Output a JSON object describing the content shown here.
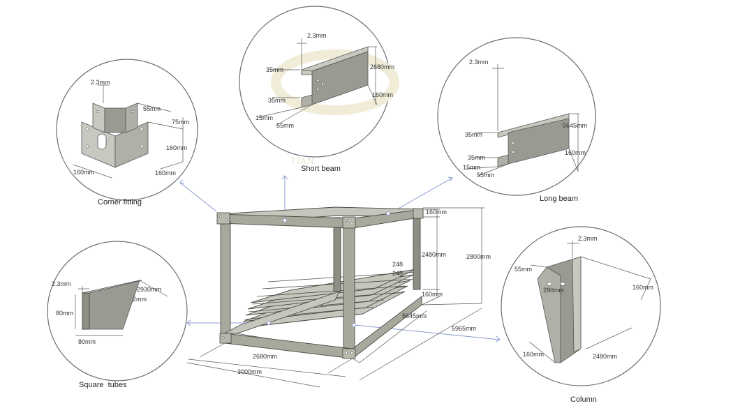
{
  "diagram": {
    "panels": [
      {
        "id": "corner-fitting",
        "caption": "Corner fitting",
        "dims": [
          "2.3mm",
          "55mm",
          "75mm",
          "160mm",
          "160mm",
          "160mm"
        ]
      },
      {
        "id": "short-beam",
        "caption": "Short beam",
        "dims": [
          "2.3mm",
          "35mm",
          "2680mm",
          "160mm",
          "35mm",
          "15mm",
          "55mm"
        ]
      },
      {
        "id": "long-beam",
        "caption": "Long beam",
        "dims": [
          "2.3mm",
          "35mm",
          "5645mm",
          "160mm",
          "35mm",
          "15mm",
          "55mm"
        ]
      },
      {
        "id": "square-tubes",
        "caption": "Square  tubes",
        "dims": [
          "2.3mm",
          "2930mm",
          "2mm",
          "80mm",
          "80mm"
        ]
      },
      {
        "id": "column",
        "caption": "Column",
        "dims": [
          "2.3mm",
          "55mm",
          "160mm",
          "280mm",
          "160mm",
          "2480mm"
        ]
      }
    ],
    "frame_dims": {
      "top_height": "160mm",
      "inner_height": "2480mm",
      "total_height": "2800mm",
      "side_a": "248",
      "side_b": "248",
      "bottom_height": "160mm",
      "inner_length": "5645mm",
      "outer_length": "5965mm",
      "inner_width": "2680mm",
      "outer_width": "3000mm"
    },
    "watermark": "TIAN"
  }
}
